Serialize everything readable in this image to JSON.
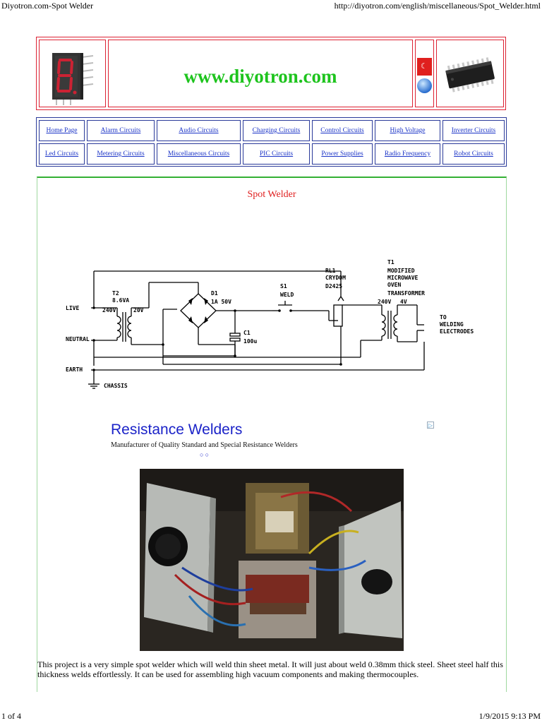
{
  "print": {
    "title": "Diyotron.com-Spot Welder",
    "url": "http://diyotron.com/english/miscellaneous/Spot_Welder.html",
    "page": "1 of 4",
    "datetime": "1/9/2015 9:13 PM"
  },
  "banner": {
    "site_title": "www.diyotron.com"
  },
  "nav": {
    "row1": [
      "Home Page",
      "Alarm Circuits",
      "Audio Circuits",
      "Charging Circuits",
      "Control Circuits",
      "High Voltage",
      "Inverter Circuits"
    ],
    "row2": [
      "Led Circuits",
      "Metering Circuits",
      "Miscellaneous Circuits",
      "PIC Circuits",
      "Power Supplies",
      "Radio Frequency",
      "Robot Circuits"
    ]
  },
  "content": {
    "heading": "Spot Welder",
    "schematic": {
      "t2": "T2",
      "t2_rating": "8.6VA",
      "v240_left": "240V",
      "v20": "20V",
      "d1": "D1",
      "d1_rating": "1A 50V",
      "s1": "S1",
      "s1_label": "WELD",
      "rl1": "RL1",
      "rl1_brand": "CRYDOM",
      "rl1_part": "D2425",
      "t1": "T1",
      "t1_line1": "MODIFIED",
      "t1_line2": "MICROWAVE",
      "t1_line3": "OVEN",
      "t1_line4": "TRANSFORMER",
      "v240_right": "240V",
      "v4": "4V",
      "to": "TO",
      "welding": "WELDING",
      "electrodes": "ELECTRODES",
      "c1": "C1",
      "c1_value": "100u",
      "live": "LIVE",
      "neutral": "NEUTRAL",
      "earth": "EARTH",
      "chassis": "CHASSIS"
    },
    "ad": {
      "title": "Resistance Welders",
      "description": "Manufacturer of Quality Standard and Special Resistance Welders",
      "dots": "○ ○"
    },
    "body": "This project is a very simple spot welder which will weld thin sheet metal. It will just about weld 0.38mm thick steel. Sheet steel half this thickness welds effortlessly. It can be used for assembling high vacuum components and making thermocouples."
  },
  "colors": {
    "banner_border": "#d23",
    "site_title": "#1ec41e",
    "nav_link": "#1a33c7",
    "heading": "#e02020",
    "ad_title": "#1b23c8"
  }
}
